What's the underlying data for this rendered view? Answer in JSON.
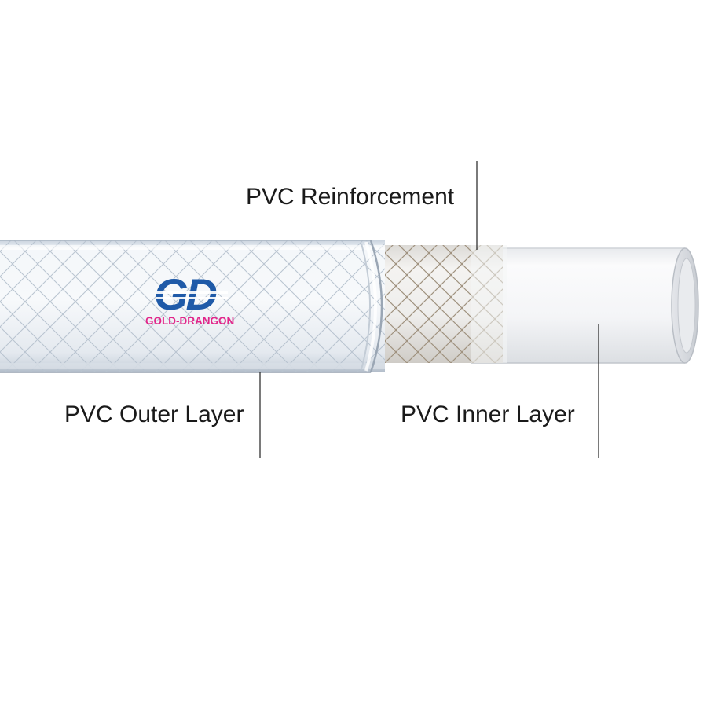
{
  "labels": {
    "reinforcement": "PVC Reinforcement",
    "outer_layer": "PVC Outer Layer",
    "inner_layer": "PVC Inner Layer"
  },
  "logo": {
    "mark": "GD",
    "name": "GOLD-DRANGON",
    "colors": {
      "mark": "#1f5aa8",
      "name": "#e2268a"
    }
  },
  "colors": {
    "outer_layer": "#eef2f6",
    "braid": "#bcc6d2",
    "inner_layer": "#f3f4f6",
    "reinforcement_braid": "#a79a88"
  }
}
